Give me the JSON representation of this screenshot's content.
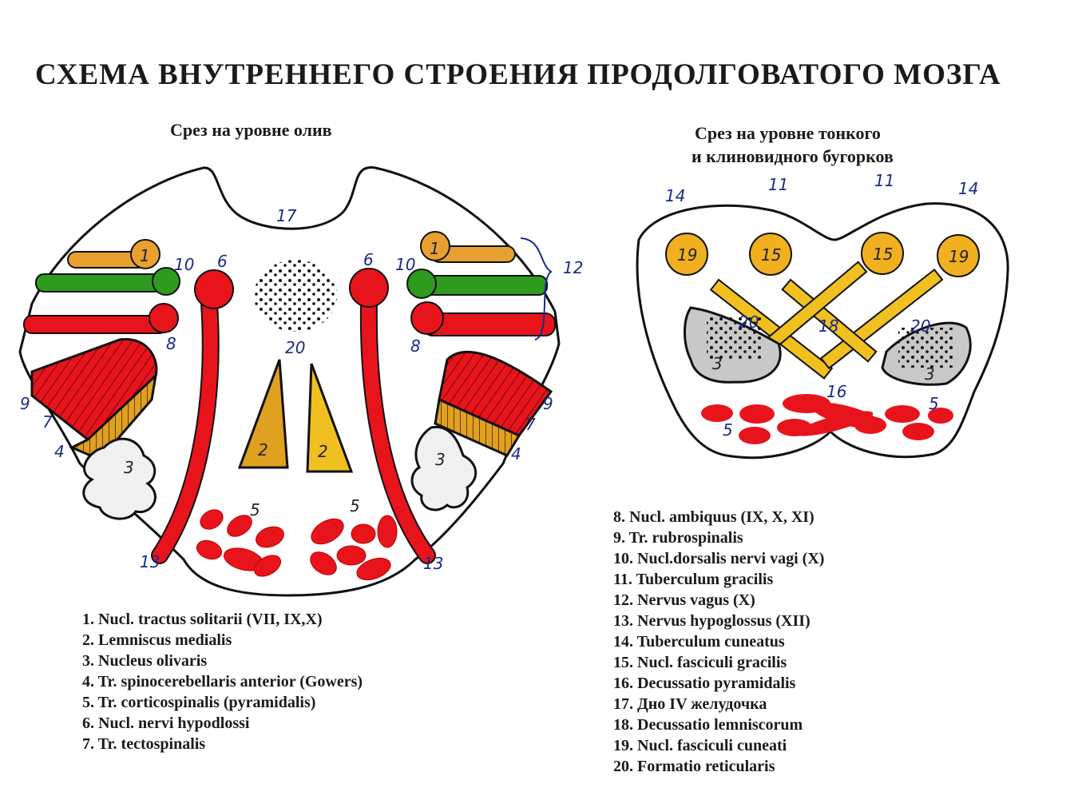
{
  "title": "СХЕМА ВНУТРЕННЕГО СТРОЕНИЯ ПРОДОЛГОВАТОГО МОЗГА",
  "left_section": {
    "subtitle": "Срез на уровне олив",
    "labels": [
      "1",
      "1",
      "10",
      "10",
      "6",
      "6",
      "8",
      "8",
      "12",
      "17",
      "20",
      "2",
      "2",
      "3",
      "3",
      "4",
      "4",
      "7",
      "7",
      "9",
      "9",
      "5",
      "5",
      "13",
      "13"
    ]
  },
  "right_section": {
    "subtitle_line1": "Срез на уровне тонкого",
    "subtitle_line2": "и клиновидного бугорков",
    "labels": [
      "14",
      "11",
      "11",
      "14",
      "19",
      "15",
      "15",
      "19",
      "20",
      "18",
      "20",
      "3",
      "3",
      "16",
      "5",
      "5"
    ]
  },
  "legend_left": [
    "1.  Nucl. tractus solitarii (VII, IX,X)",
    "2.  Lemniscus medialis",
    "3.  Nucleus olivaris",
    "4.  Tr. spinocerebellaris anterior (Gowers)",
    "5.  Tr. corticospinalis (pyramidalis)",
    "6.  Nucl. nervi hypodlossi",
    "7.  Tr.  tectospinalis"
  ],
  "legend_right": [
    "8. Nucl. ambiquus (IX, X, XI)",
    "9. Tr. rubrospinalis",
    "10. Nucl.dorsalis nervi vagi (X)",
    "11. Tuberculum gracilis",
    "12. Nervus vagus (X)",
    "13. Nervus hypoglossus (XII)",
    "14. Tuberculum cuneatus",
    "15. Nucl. fasciculi gracilis",
    "16. Decussatio pyramidalis",
    "17. Дно IV желудочка",
    "18. Decussatio lemniscorum",
    "19. Nucl. fasciculi cuneati",
    "20. Formatio reticularis"
  ],
  "colors": {
    "red": "#e8141c",
    "orange": "#e8a030",
    "green": "#2e9a1e",
    "yellow": "#f0c020",
    "gray": "#c8c8c8",
    "label_blue": "#1a2a8a"
  }
}
